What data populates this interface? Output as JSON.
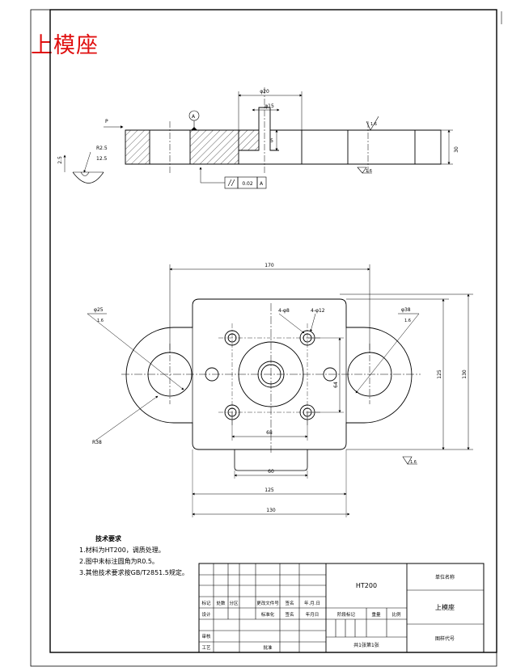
{
  "drawing": {
    "title": "上模座"
  },
  "section_view": {
    "view_marker": "P",
    "datum": "A",
    "dim_dia20": "φ20",
    "dim_dia15": "φ15",
    "dim_5": "5",
    "dim_30": "30",
    "dim_25": "2.5",
    "dim_r25": "R2.5",
    "dim_125_small": "12.5",
    "rough_top": "1.6",
    "rough_bottom": "1.6",
    "tolerance_value": "0.02",
    "tolerance_datum": "A"
  },
  "plan_view": {
    "dim_170": "170",
    "dim_dia25": "φ25",
    "dim_dia25_sub": "1.6",
    "dim_4dia8": "4-φ8",
    "dim_4dia12": "4-φ12",
    "dim_dia38": "φ38",
    "dim_dia38_sub": "1.6",
    "dim_64": "64",
    "dim_68": "68",
    "dim_125_right": "125",
    "dim_130_right": "130",
    "dim_r38": "R38",
    "dim_60": "60",
    "dim_125_bottom": "125",
    "dim_130_bottom": "130",
    "rough": "1.6"
  },
  "tech_requirements": {
    "title": "技术要求",
    "items": [
      "1.材料为HT200，调质处理。",
      "2.图中未标注圆角为R0.5。",
      "3.其他技术要求按GB/T2851.5规定。"
    ]
  },
  "title_block": {
    "material": "HT200",
    "unit_name": "单位名称",
    "part_name": "上模座",
    "drawing_no": "图样代号",
    "sheet_info": "共1张第1张",
    "h_mark": "标记",
    "h_count": "处数",
    "h_zone": "分区",
    "h_change_doc": "更改文件号",
    "h_sign": "签名",
    "h_date": "年.月.日",
    "h_design": "设计",
    "h_standard": "标准化",
    "h_sign2": "签名",
    "h_date2": "年月日",
    "h_stage": "阶段标记",
    "h_weight": "重量",
    "h_scale": "比例",
    "h_review": "审核",
    "h_process": "工艺",
    "h_approve": "批准"
  },
  "colors": {
    "line": "#000000",
    "title_red": "#e01010"
  }
}
